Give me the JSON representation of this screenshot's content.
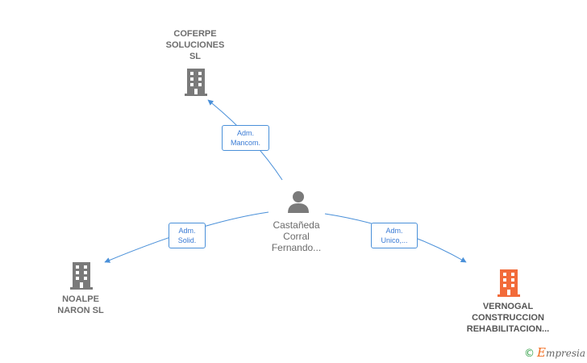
{
  "nodes": {
    "coferpe": {
      "lines": [
        "COFERPE",
        "SOLUCIONES",
        "SL"
      ],
      "icon": "building-icon",
      "color": "#7a7a7a"
    },
    "person": {
      "lines": [
        "Castañeda",
        "Corral",
        "Fernando..."
      ],
      "icon": "person-icon",
      "color": "#7a7a7a"
    },
    "noalpe": {
      "lines": [
        "NOALPE",
        "NARON SL"
      ],
      "icon": "building-icon",
      "color": "#7a7a7a"
    },
    "vernogal": {
      "lines": [
        "VERNOGAL",
        "CONSTRUCCION",
        "REHABILITACION..."
      ],
      "icon": "building-icon",
      "color": "#f26b3a"
    }
  },
  "edges": {
    "to_coferpe": [
      "Adm.",
      "Mancom."
    ],
    "to_noalpe": [
      "Adm.",
      "Solid."
    ],
    "to_vernogal": [
      "Adm.",
      "Unico,..."
    ]
  },
  "edge_color": "#4a90d9",
  "footer": {
    "symbol": "©",
    "brand_initial": "E",
    "brand_rest": "mpresia"
  }
}
